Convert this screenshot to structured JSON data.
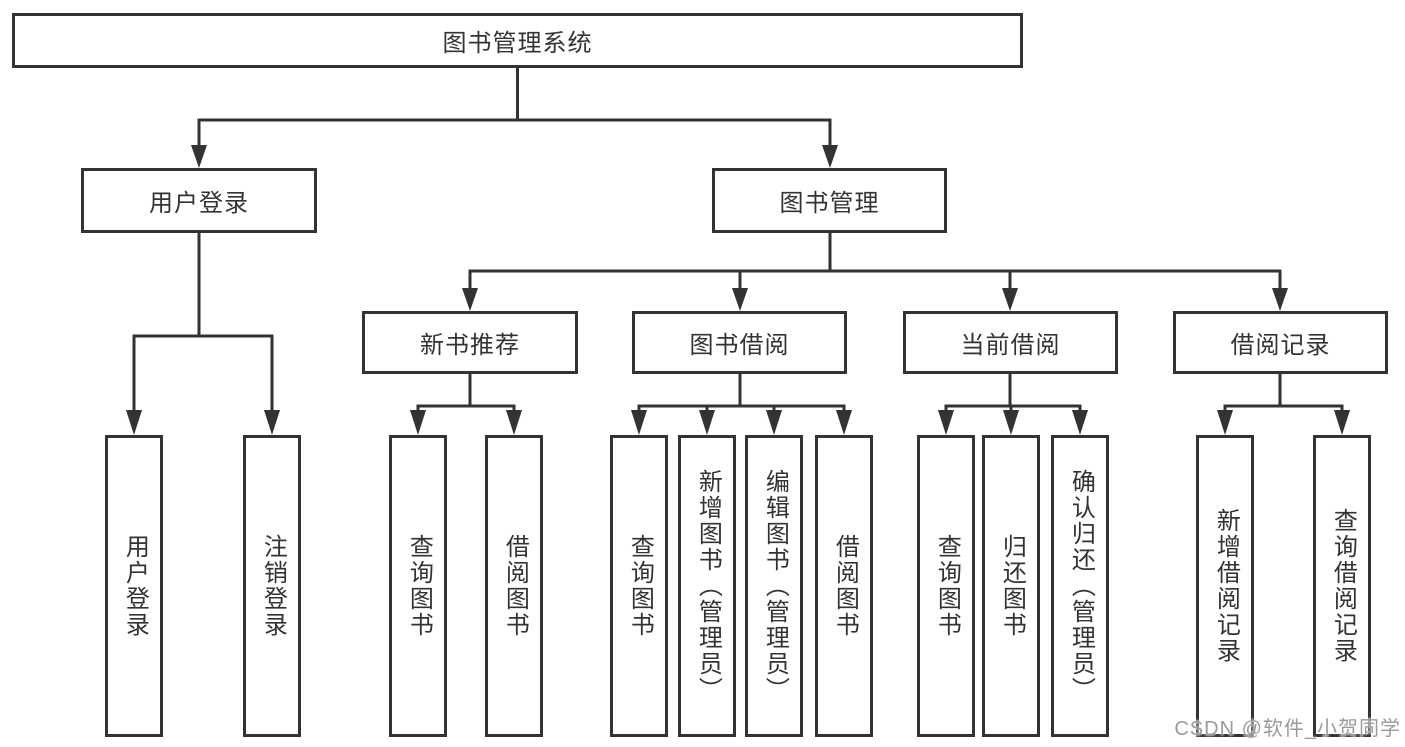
{
  "colors": {
    "line": "#333333",
    "border": "#333333",
    "text": "#333333",
    "box_background": "#ffffff",
    "watermark_text": "#9b9b9b"
  },
  "nodes": {
    "root": "图书管理系统",
    "l2": [
      "用户登录",
      "图书管理"
    ],
    "l3": [
      "新书推荐",
      "图书借阅",
      "当前借阅",
      "借阅记录"
    ],
    "l4": [
      "用户登录",
      "注销登录",
      "查询图书",
      "借阅图书",
      "查询图书",
      "新增图书（管理员）",
      "编辑图书（管理员）",
      "借阅图书",
      "查询图书",
      "归还图书",
      "确认归还（管理员）",
      "新增借阅记录",
      "查询借阅记录"
    ]
  },
  "hierarchy": {
    "图书管理系统": {
      "用户登录": [
        "用户登录",
        "注销登录"
      ],
      "图书管理": {
        "新书推荐": [
          "查询图书",
          "借阅图书"
        ],
        "图书借阅": [
          "查询图书",
          "新增图书（管理员）",
          "编辑图书（管理员）",
          "借阅图书"
        ],
        "当前借阅": [
          "查询图书",
          "归还图书",
          "确认归还（管理员）"
        ],
        "借阅记录": [
          "新增借阅记录",
          "查询借阅记录"
        ]
      }
    }
  },
  "watermark": "CSDN @软件_小贺同学"
}
